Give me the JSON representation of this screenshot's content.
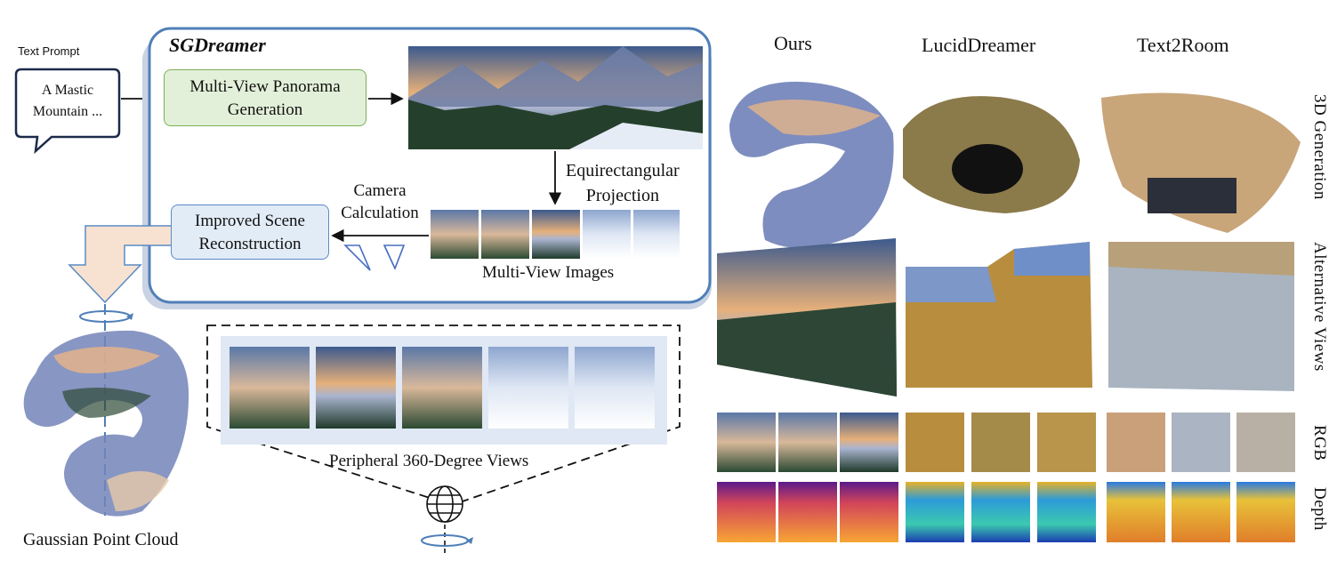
{
  "left": {
    "text_prompt_label": "Text Prompt",
    "prompt_line1": "A Mastic",
    "prompt_line2": "Mountain ...",
    "frame_title": "SGDreamer",
    "box_panorama_line1": "Multi-View Panorama",
    "box_panorama_line2": "Generation",
    "equirect_line1": "Equirectangular",
    "equirect_line2": "Projection",
    "camera_line1": "Camera",
    "camera_line2": "Calculation",
    "box_recon_line1": "Improved Scene",
    "box_recon_line2": "Reconstruction",
    "multiview_label": "Multi-View Images",
    "peripheral_label": "Peripheral 360-Degree Views",
    "pointcloud_label": "Gaussian Point Cloud"
  },
  "right": {
    "columns": [
      "Ours",
      "LucidDreamer",
      "Text2Room"
    ],
    "rows": [
      "3D Generation",
      "Alternative Views",
      "RGB",
      "Depth"
    ]
  },
  "colors": {
    "frame_border": "#4f7fb8",
    "green_box": "#e3f0d9",
    "blue_box": "#e2ecf6",
    "arrow_fill": "#f7e2d2"
  }
}
